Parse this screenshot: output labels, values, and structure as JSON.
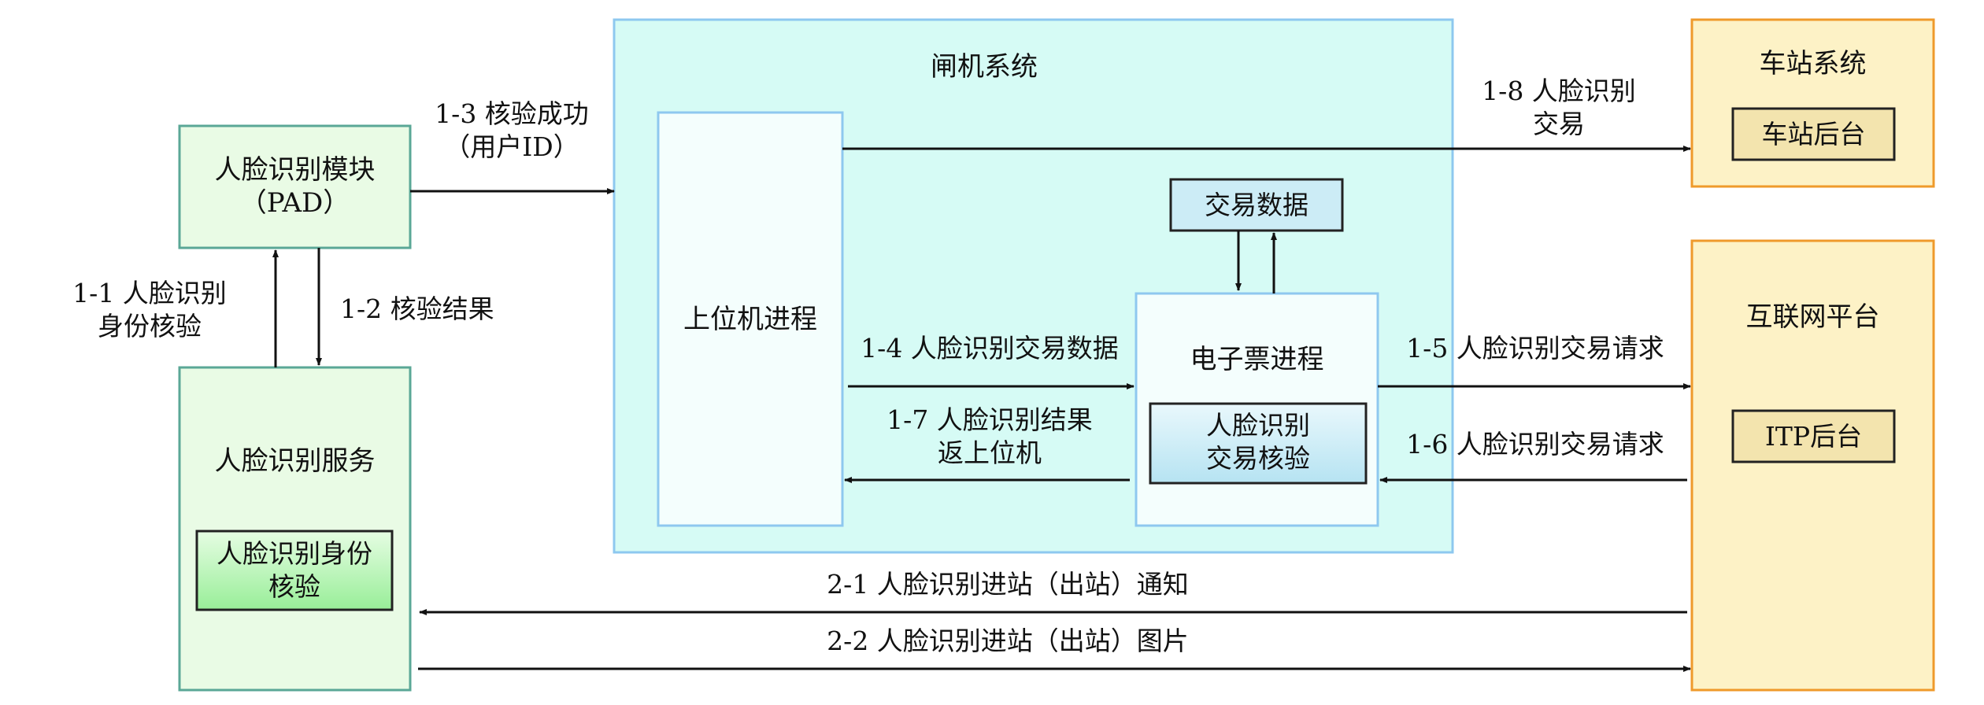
{
  "colors": {
    "face_module_fill": "#e9fbe5",
    "face_module_stroke": "#5aa796",
    "gate_fill": "#d6fbf5",
    "gate_stroke": "#8ec8ef",
    "inner_fill": "#f4fefd",
    "data_box_fill": "#ccecf6",
    "green_box_fill": "#b8f4b6",
    "station_fill": "#fdf2c6",
    "station_stroke": "#ef9a2b",
    "backend_fill": "#f3e4ae",
    "arrow": "#111111"
  },
  "nodes": {
    "face_module": [
      "人脸识别模块",
      "（PAD）"
    ],
    "face_service": "人脸识别服务",
    "face_identity_verify": [
      "人脸识别身份",
      "核验"
    ],
    "gate_system": "闸机系统",
    "host_process": "上位机进程",
    "etk_process": "电子票进程",
    "transaction_data": "交易数据",
    "face_trans_verify": [
      "人脸识别",
      "交易核验"
    ],
    "station_system": "车站系统",
    "station_backend": "车站后台",
    "internet_platform": "互联网平台",
    "itp_backend": "ITP后台"
  },
  "edges": {
    "e1_1": [
      "1-1 人脸识别",
      "身份核验"
    ],
    "e1_2": "1-2 核验结果",
    "e1_3": [
      "1-3 核验成功",
      "（用户ID）"
    ],
    "e1_4": "1-4 人脸识别交易数据",
    "e1_5": "1-5 人脸识别交易请求",
    "e1_6": "1-6 人脸识别交易请求",
    "e1_7": [
      "1-7 人脸识别结果",
      "返上位机"
    ],
    "e1_8": [
      "1-8 人脸识别",
      "交易"
    ],
    "e2_1": "2-1 人脸识别进站（出站）通知",
    "e2_2": "2-2 人脸识别进站（出站）图片"
  }
}
